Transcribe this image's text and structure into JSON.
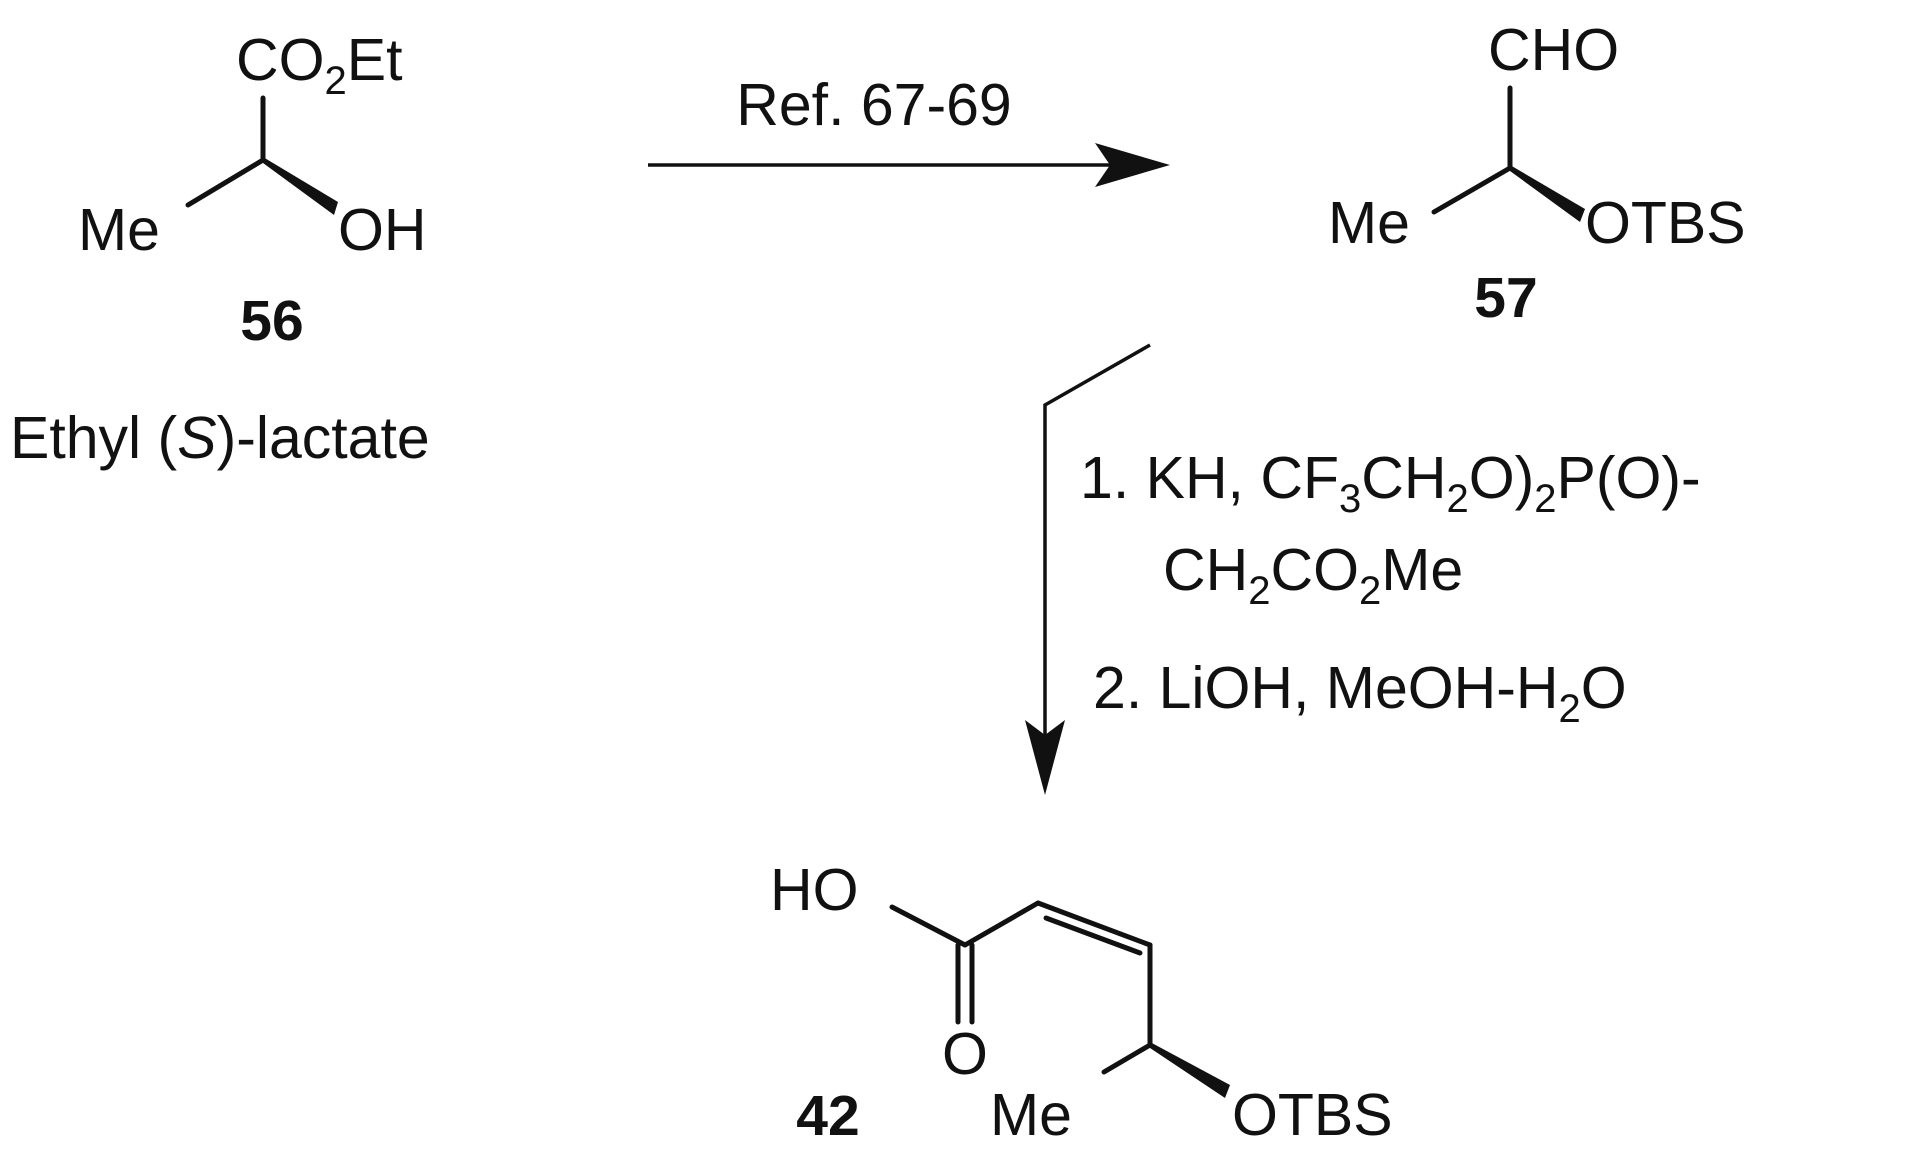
{
  "scheme": {
    "compound_56": {
      "number": "56",
      "name_prefix": "Ethyl (",
      "name_stereo": "S",
      "name_suffix": ")-lactate",
      "ester_a": "CO",
      "ester_sub": "2",
      "ester_b": "Et",
      "methyl": "Me",
      "hydroxyl": "OH"
    },
    "step1": {
      "reagent": "Ref. 67-69"
    },
    "compound_57": {
      "number": "57",
      "aldehyde": "CHO",
      "methyl": "Me",
      "silyl_ether": "OTBS"
    },
    "step2": {
      "line1": {
        "a": "1. KH, CF",
        "s1": "3",
        "b": "CH",
        "s2": "2",
        "c": "O)",
        "s3": "2",
        "d": "P(O)-"
      },
      "line2": {
        "a": "CH",
        "s1": "2",
        "b": "CO",
        "s2": "2",
        "c": "Me"
      },
      "line3": {
        "a": "2. LiOH, MeOH-H",
        "s1": "2",
        "b": "O"
      }
    },
    "compound_42": {
      "number": "42",
      "hydroxyl": "HO",
      "carbonyl_o": "O",
      "methyl": "Me",
      "silyl_ether": "OTBS"
    }
  }
}
